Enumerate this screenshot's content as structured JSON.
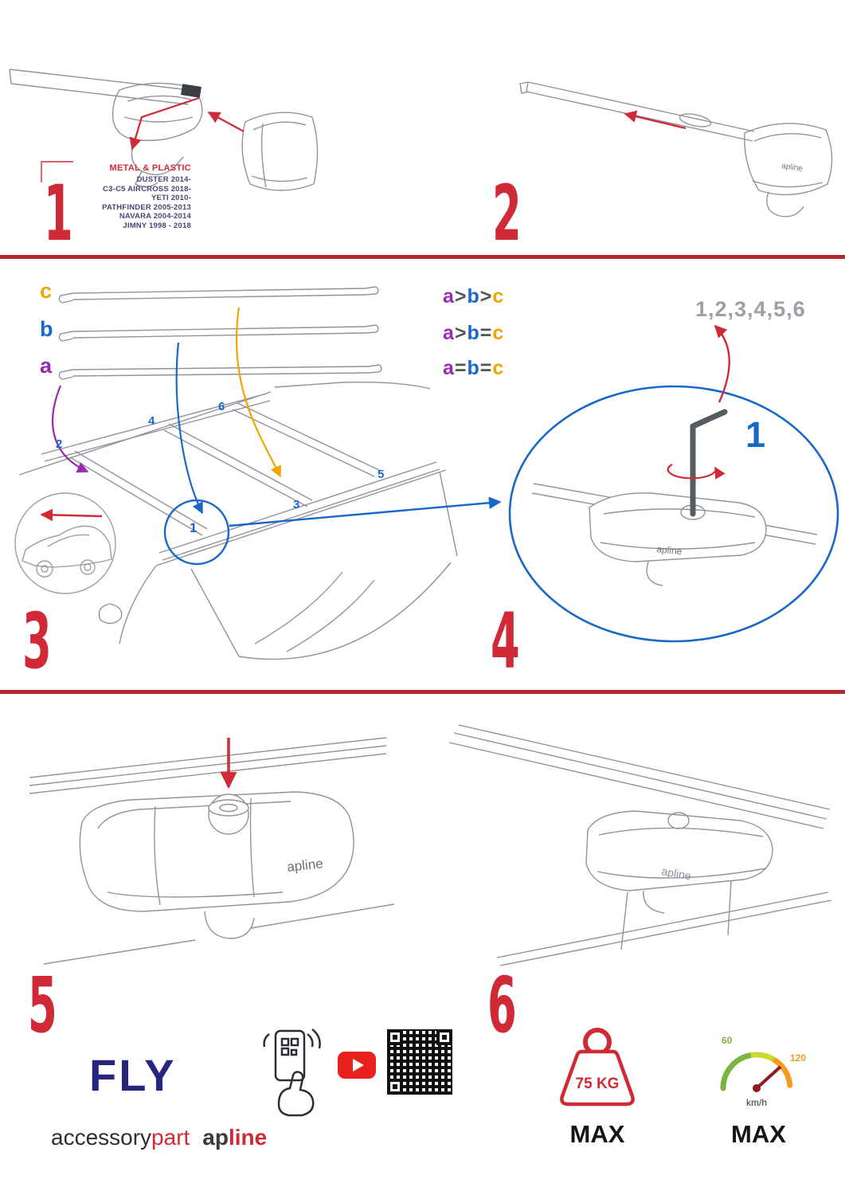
{
  "steps": {
    "one": "1",
    "two": "2",
    "three": "3",
    "four": "4",
    "five": "5",
    "six": "6"
  },
  "panel1": {
    "material_label": "METAL & PLASTIC",
    "models": [
      "DUSTER 2014-",
      "C3-C5 AIRCROSS 2018-",
      "YETI 2010-",
      "PATHFINDER 2005-2013",
      "NAVARA 2004-2014",
      "JIMNY 1998 - 2018"
    ]
  },
  "panel3": {
    "bar_c": "c",
    "bar_b": "b",
    "bar_a": "a",
    "formula1": {
      "t1": "a",
      "o1": ">",
      "t2": "b",
      "o2": ">",
      "t3": "c"
    },
    "formula2": {
      "t1": "a",
      "o1": ">",
      "t2": "b",
      "o2": "=",
      "t3": "c"
    },
    "formula3": {
      "t1": "a",
      "o1": "=",
      "t2": "b",
      "o2": "=",
      "t3": "c"
    },
    "positions": [
      "1",
      "2",
      "3",
      "4",
      "5",
      "6"
    ]
  },
  "panel4": {
    "sequence": "1,2,3,4,5,6",
    "highlight": "1"
  },
  "brand": {
    "logo": "apline"
  },
  "footer": {
    "product": "FLY",
    "brand_part1": "accessory",
    "brand_part2": "part",
    "logo_part1": "ap",
    "logo_part2": "line",
    "weight_value": "75 KG",
    "weight_max": "MAX",
    "speed_low": "60",
    "speed_high": "120",
    "speed_unit": "km/h",
    "speed_max": "MAX"
  }
}
